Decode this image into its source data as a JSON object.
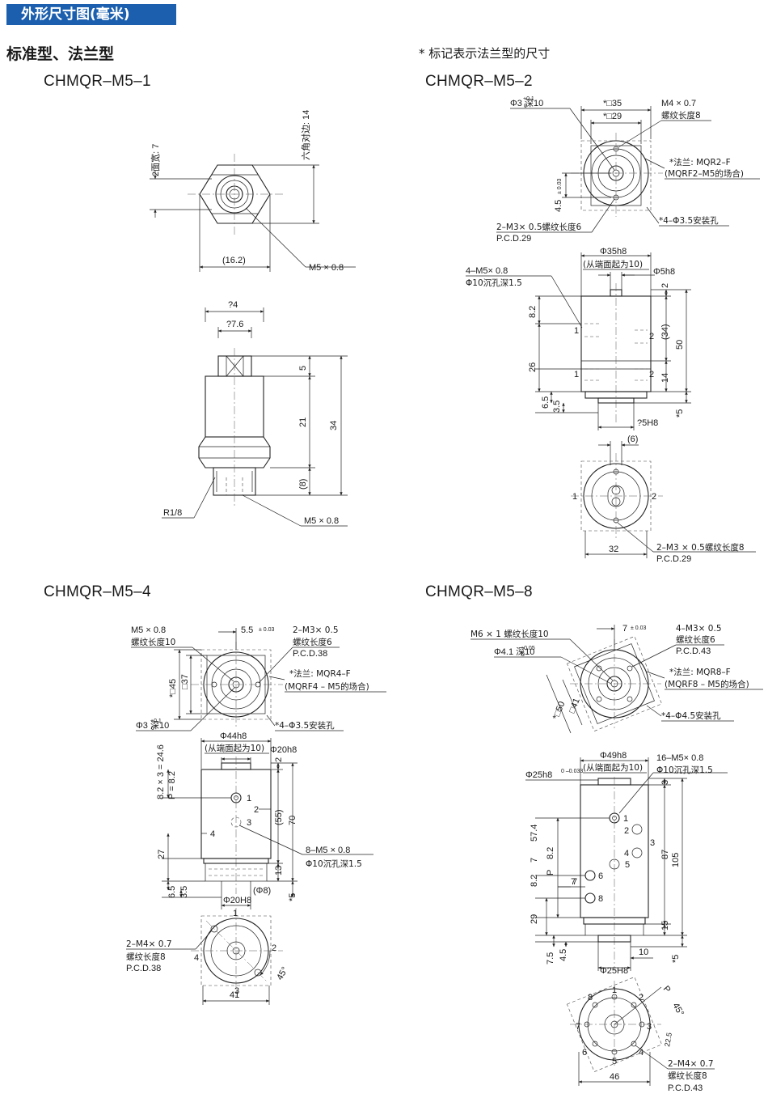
{
  "banner": {
    "title": "外形尺寸图(毫米)"
  },
  "section": {
    "title": "标准型、法兰型",
    "note": "* 标记表示法兰型的尺寸"
  },
  "models": {
    "m1": "CHMQR–M5–1",
    "m2": "CHMQR–M5–2",
    "m4": "CHMQR–M5–4",
    "m8": "CHMQR–M5–8"
  },
  "m1": {
    "two_face_width": "2面宽: 7",
    "hex_across_flats": "六角对边: 14",
    "width_162": "(16.2)",
    "thread_top": "M5 × 0.8",
    "dia_top": "?4",
    "dia_inner": "?7.6",
    "dim_5": "5",
    "dim_21": "21",
    "dim_34": "34",
    "dim_8": "(8)",
    "port_r18": "R1/8",
    "thread_bottom": "M5 × 0.8"
  },
  "m2": {
    "hole_depth": "Φ3 深10",
    "tol_plus": "+0.1",
    "tol_zero": "0",
    "sq35": "*□35",
    "sq29": "*□29",
    "thread_m4_a": "M4 × 0.7",
    "thread_m4_b": "螺纹长度8",
    "flange_a": "*法兰: MQR2–F",
    "flange_b": "(MQRF2–M5的场合)",
    "dim_45": "4.5",
    "tol_003": "± 0.03",
    "m3_a": "2–M3× 0.5螺纹长度6",
    "m3_b": "P.C.D.29",
    "mount_holes": "*4–Φ3.5安装孔",
    "body_dia": "Φ35h8",
    "from_end": "(从端面起为10)",
    "shaft_dia": "Φ5h8",
    "ports_a": "4–M5× 0.8",
    "ports_b": "Φ10沉孔深1.5",
    "dim_82": "8.2",
    "dim_26": "26",
    "dim_65": "6.5",
    "dim_35": "3.5",
    "dim_2": "2",
    "dim_34p": "(34)",
    "dim_50": "50",
    "dim_14": "14",
    "dim_5star": "*5",
    "spigot": "?5H8",
    "dim_6": "(6)",
    "port_1": "1",
    "port_2": "2",
    "width_32": "32",
    "bottom_a": "2–M3 × 0.5螺纹长度8",
    "bottom_b": "P.C.D.29"
  },
  "m4": {
    "thread_a": "M5 × 0.8",
    "thread_b": "螺纹长度10",
    "dim_55": "5.5",
    "tol_003": "± 0.03",
    "m3_a": "2–M3× 0.5",
    "m3_b": "螺纹长度6",
    "m3_c": "P.C.D.38",
    "sq45": "*□45",
    "sq37": "□37",
    "flange_a": "*法兰: MQR4–F",
    "flange_b": "(MQRF4 – M5的场合)",
    "hole_depth": "Φ3 深10",
    "tol_plus": "+0.1",
    "tol_zero": "0",
    "mount_holes": "*4–Φ3.5安装孔",
    "body_dia": "Φ44h8",
    "from_end": "(从端面起为10)",
    "shaft_dia": "Φ20h8",
    "pitch_total": "8.2 × 3 = 24.6",
    "pitch": "P = 8.2",
    "dim_2": "2",
    "dim_55p": "(55)",
    "dim_70": "70",
    "dim_27": "27",
    "dim_13": "13",
    "dim_65": "6.5",
    "dim_35": "3.5",
    "ports_a": "8–M5 × 0.8",
    "ports_b": "Φ10沉孔深1.5",
    "dim_8p": "(Φ8)",
    "dim_5star": "*5",
    "spigot": "Φ20H8",
    "port_1": "1",
    "port_2": "2",
    "port_3": "3",
    "port_4": "4",
    "bottom_a": "2–M4× 0.7",
    "bottom_b": "螺纹长度8",
    "bottom_c": "P.C.D.38",
    "angle": "45°",
    "width_41": "41"
  },
  "m8": {
    "thread": "M6 × 1 螺纹长度10",
    "dim_7": "7",
    "tol_003": "± 0.03",
    "m3_a": "4–M3× 0.5",
    "m3_b": "螺纹长度6",
    "m3_c": "P.C.D.43",
    "hole_depth": "Φ4.1 深10",
    "tol_005": "+0.05",
    "tol_zero": "0",
    "flange_a": "*法兰: MQR8–F",
    "flange_b": "(MQRF8 – M5的场合)",
    "sq50": "*□50",
    "sq41": "□41",
    "mount_holes": "*4–Φ4.5安装孔",
    "body_dia": "Φ49h8",
    "from_end": "(从端面起为10)",
    "shaft_dia": "Φ25h8",
    "shaft_tol": "0\n–0.033",
    "ports_a": "16–M5× 0.8",
    "ports_b": "Φ10沉孔深1.5",
    "dim_3": "3",
    "dim_574": "57.4",
    "dim_7v": "7",
    "dim_82a": "8.2",
    "dim_82b": "8.2",
    "pitch_p": "P",
    "dim_29": "29",
    "dim_75": "7.5",
    "dim_45": "4.5",
    "dim_87": "87",
    "dim_105": "105",
    "dim_15": "15",
    "dim_10": "10",
    "dim_5star": "*5",
    "spigot": "Φ25H8",
    "dim_7h": "7",
    "angle": "45°",
    "dim_225": "22.5",
    "bottom_a": "2–M4× 0.7",
    "bottom_b": "螺纹长度8",
    "bottom_c": "P.C.D.43",
    "width_46": "46",
    "port_labels": [
      "1",
      "2",
      "3",
      "4",
      "5",
      "6",
      "7",
      "8"
    ]
  }
}
